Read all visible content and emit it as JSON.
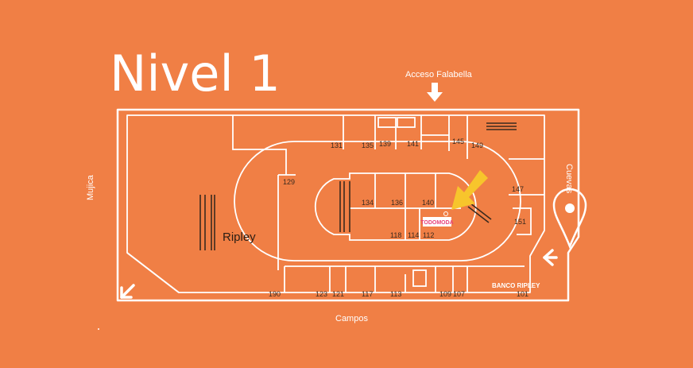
{
  "map": {
    "title": "Nivel 1",
    "streets": {
      "top": "Acceso Falabella",
      "bottom": "Campos",
      "left": "Mujica",
      "right": "Cuevas"
    },
    "anchor_store": "Ripley",
    "bank": "BANCO RIPLEY",
    "brand_logo": "TODOMODA",
    "stores": {
      "s131": "131",
      "s135": "135",
      "s139": "139",
      "s141": "141",
      "s145": "145",
      "s149": "149",
      "s129": "129",
      "s147": "147",
      "s151": "151",
      "s134": "134",
      "s136": "136",
      "s140": "140",
      "s118": "118",
      "s114": "114",
      "s112": "112",
      "s190": "190",
      "s123": "123",
      "s121": "121",
      "s117": "117",
      "s113": "113",
      "s109": "109",
      "s107": "107",
      "s101": "101"
    },
    "colors": {
      "background": "#F07F45",
      "lines": "#FFFFFF",
      "highlight_arrow": "#F7C52C",
      "logo_text": "#E8417A"
    },
    "icons": [
      "entrance-arrow-down-icon",
      "entrance-arrow-left-icon",
      "entrance-arrow-diagonal-icon",
      "location-pin-icon",
      "escalator-icon",
      "you-are-here-arrow-icon"
    ]
  }
}
